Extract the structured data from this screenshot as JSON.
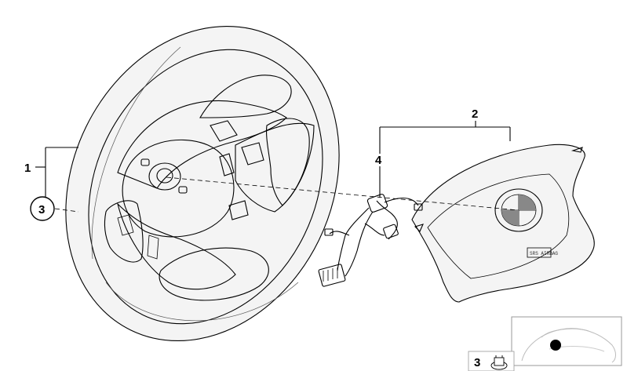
{
  "callouts": {
    "item1": "1",
    "item2": "2",
    "item3": "3",
    "item4": "4",
    "legend_item3": "3"
  },
  "airbag_badge": "SRS AIRBAG",
  "icons": [
    "steering-wheel",
    "airbag-module",
    "wiring-harness",
    "trim-ring",
    "car-thumbnail",
    "fastener-clip"
  ]
}
